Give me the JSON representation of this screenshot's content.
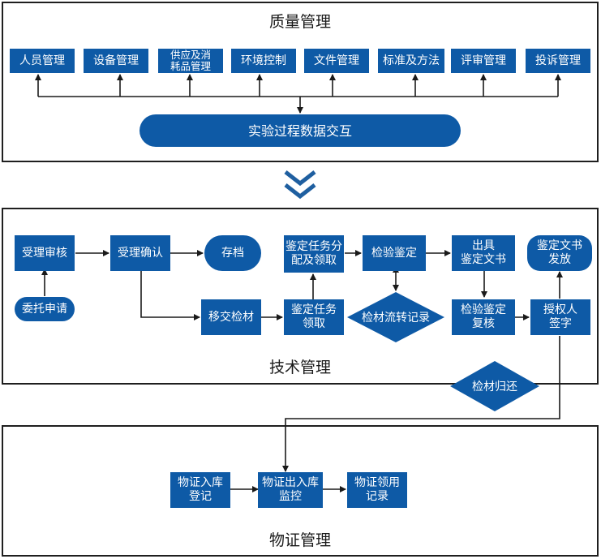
{
  "quality": {
    "title": "质量管理",
    "modules": [
      {
        "key": "personnel",
        "label": "人员管理"
      },
      {
        "key": "equipment",
        "label": "设备管理"
      },
      {
        "key": "supplies",
        "label": "供应及消\n耗品管理"
      },
      {
        "key": "environment",
        "label": "环境控制"
      },
      {
        "key": "documents",
        "label": "文件管理"
      },
      {
        "key": "standards",
        "label": "标准及方法"
      },
      {
        "key": "review",
        "label": "评审管理"
      },
      {
        "key": "complaints",
        "label": "投诉管理"
      }
    ],
    "data_exchange": "实验过程数据交互"
  },
  "technical": {
    "title": "技术管理",
    "nodes": {
      "acceptance_review": "受理审核",
      "commission_request": "委托申请",
      "acceptance_confirm": "受理确认",
      "archive": "存档",
      "transfer_material": "移交检材",
      "task_assign_1": "鉴定任务分\n配及领取",
      "task_assign_2": "鉴定任务\n领取",
      "inspection": "检验鉴定",
      "material_record": "检材流转记录",
      "issue_document": "出具\n鉴定文书",
      "review_check": "检验鉴定\n复核",
      "authorized_sign": "授权人\n签字",
      "document_issue": "鉴定文书\n发放",
      "material_return": "检材归还"
    }
  },
  "evidence": {
    "title": "物证管理",
    "nodes": {
      "register": "物证入库\n登记",
      "monitor": "物证出入库\n监控",
      "usage_record": "物证领用\n记录"
    }
  },
  "colors": {
    "node_fill": "#0e5aa6",
    "border": "#1f1f1f",
    "arrow": "#1a1a1a",
    "chevron": "#1f5fa0"
  }
}
